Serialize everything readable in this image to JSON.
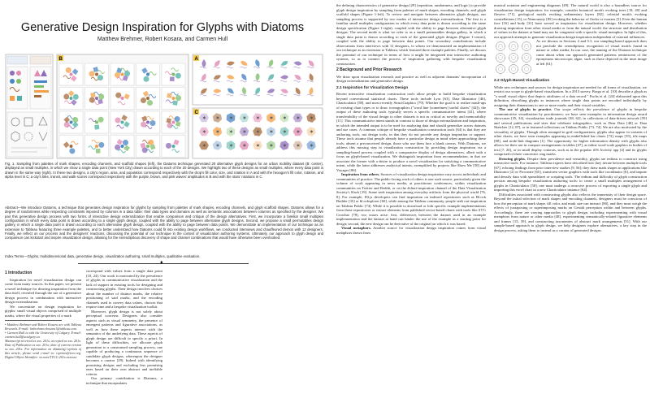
{
  "header": {
    "title": "Generative Design Inspiration for Glyphs with Diatoms",
    "authors": "Matthew Brehmer, Robert Kosara, and Carmen Hull"
  },
  "figure": {
    "caption": "Fig. 1. Sampling from palettes of mark shapes, encoding channels, and scaffold shapes (left), the Diatoms technique generated 20 alternative glyph designs for an urban mobility dataset (B: center), displayed as small multiples, in which we show a single data point (New York City) drawn according to each of the 20 designs. We highlight two of these designs as small multiples, where every data point is drawn in the same way (right). In these two designs, a city's region, area, and population correspond respectively with the drop's fill color, size, and rotation in A and with the hexagon's fill color, rotation, and alpha level in C; a city's bike, transit, and walk scores correspond respectively with the purple, brown, and pink waves' amplitudes in B and with the stars' rotations in C.",
    "label_a": "A",
    "label_b": "B",
    "label_c": "C",
    "colors": {
      "purple": "#8e6bb8",
      "pink": "#e08ab4",
      "brown": "#a56b3b",
      "orange": "#f2a14b",
      "blue": "#4b86c4",
      "green": "#7fbf6a",
      "teal": "#4fb0a5"
    }
  },
  "abstract": "Abstract—We introduce Diatoms, a technique that generates design inspiration for glyphs by sampling from palettes of mark shapes, encoding channels, and glyph scaffold shapes. Diatoms allows for a degree of randomness while respecting constraints imposed by columns in a data table: their data types and domains as well as semantic associations between columns as specified by the designer. We pair this generative design process with two forms of interactive design externalization that enable comparison and critique of the design alternatives. First, we incorporate a familiar small multiples configuration in which every data point is drawn according to a single glyph design, coupled with the ability to page between alternative glyph designs. Second, we propose a small permutables design gallery, in which a single data point is drawn according to each alternative glyph design, coupled with the ability to page between data points. We demonstrate an implementation of our technique as an extension to Tableau featuring three example palettes, and to better understand how Diatoms could fit into existing design workflows, we conducted interviews and chauffeured demos with 12 designers. Finally, we reflect on our process and the designers' reactions, discussing the potential of our technique in the context of visualization authoring systems. Ultimately, our approach to glyph design and comparison can kickstart and inspire visualization design, allowing for the serendipitous discovery of shape and channel combinations that would have otherwise been overlooked.",
  "keywords": "Index Terms—Glyphs, multidimensional data, generative design, visualization authoring, small multiples, qualitative evaluation.",
  "separator_mark": "♦",
  "col1": {
    "sec1": "1 Introduction",
    "p1": "Inspiration for novel visualization design can come from many sources. In this paper, we present a novel technique for drawing inspiration from the data itself, revealed through the use of a generative design process in combination with interactive design externalization.",
    "p2": "We concentrate on design inspiration for glyphs: small visual objects comprised of multiple marks, where the visual properties of a mark",
    "foot1": "• Matthew Brehmer and Robert Kosara are with Tableau Research. E-mail: {mbrehmer,rkosara}@tableau.com.",
    "foot2": "• Carmen Hull is with the University of Calgary. E-mail: carmen.hull@ucalgary.ca.",
    "foot3": "Manuscript received xx xxx. 201x; accepted xx xxx. 201x. Date of Publication xx xxx. 201x; date of current version xx xxx. 201x. For information on obtaining reprints of this article, please send e-mail to: reprints@ieee.org. Digital Object Identifier: xx.xxxx/TVCG.201x.xxxxxxx"
  },
  "col2": {
    "p1": "correspond with values from a single data point [10, 24]. Our work is motivated by the prevalence of glyphs in communicative visualization and the lack of support in existing tools for designing and constructing glyphs. Their design involves choices about the number of distinct marks, the relative positioning of said marks, and the encoding channels used to convey data values, choices that require time and a bespoke visualization toolkit.",
    "p2": "Moreover, glyph design is not solely about perceptual concerns. Designers also consider aspects such as visual symmetry, the presence of emergent patterns and figurative associations, as well as how these aspects interact with the semantics of the underlying data. These aspects of glyph design are difficult to specify a priori. In light of these difficulties, we allocate glyph generation to a constrained sampling process, one capable of producing a continuous sequence of candidate glyph designs, whereupon the designer becomes a curator [29]. Indeed with identifying promising designs and excluding less promising ones based on their own abstract and ineffable criteria.",
    "p3": "Our primary contribution is Diatoms, a technique that encapsulates"
  },
  "col3": {
    "p1": "the defining characteristics of generative design [29] (repetition, randomness, and logic) to provide glyph design inspiration by sampling from palettes of mark shapes, encoding channels, and glyph scaffold shapes (Figure 1-left). To review and navigate between alternative glyph designs, our sampling process is supported by two modes of interactive design externalization. The first is a familiar small multiples configuration in which every data point is drawn according to the same design specification (Figure 1-right), coupled with the ability to page between alternative glyph designs. The second mode is what we refer to as a small permutables design gallery, in which a single data point is drawn according to each of the generated glyph designs (Figure 1-center), coupled with the ability to page between data points. Our secondary contributions include observations from interviews with 12 designers, to whom we demonstrated an implementation of our technique as an extension to Tableau, which featured three example palettes. Finally, we discuss the potential of our technique in terms of how it might be integrated into interactive authoring systems, so as to connect the process of inspiration gathering with bespoke visualization construction.",
    "sec2": "2 Background and Prior Research",
    "p2": "We draw upon visualization research and practice as well as adjacent domains' incorporation of design externalization and generative design.",
    "sub21": "2.1 Inspiration for Visualization Design",
    "p3": "Recent interactive visualization construction tools allow people to build bespoke visualization beyond conventional statistical charts. These tools include Lyra [63], Data Illustrator [46], Charticulator [58], and most recently StructGraphics [79]. Whether the goal is to realize mash-ups of existing chart types or to draw iconographics (\"word line [sometimes] useful charts\" [44]), the output of these authoring tools typically serves a specific communicative intent [41], where transferability of the visual design to other datasets is not as critical as novelty and memorability [11]. This communicative intent stands in contrast to those of design externalization and inspiration, in which the intended output is to be used for analyzing data and should generalize across datasets and use cases. A common critique of bespoke visualization construction tools [64] is that they are authoring tools, not design tools, in that they do not provide any design inspiration or support. These tools assume that people already have a particular design in mind when approaching these tools; absent a preconceived design, those who use them face a blank canvas. With Diatoms, we address this missing step in visualization construction by providing design inspiration via a sampling-based process coupled with a comparative display of design alternatives, albeit with a focus on glyph-based visualization. We distinguish inspiration from recommendation, in that we associate the former with a desire to produce a novel visualization for satisfying a communicative intent, while the latter addresses analytical intents, exemplified by projects like Show Me [50] and Voyager [86].",
    "p4h": "Inspiration from others.",
    "p4": " Sources of visualization design inspiration vary across individuals and communities of practice. The public-facing work of others is one such source, particularly given the volume of work appearing in news media, at practitioner conferences, within visualization communities on Twitter and Reddit, or on the #chart-inspiration channel of the Data Visualization Society's Slack [19]. Some seek inspiration among everyday artifacts from the physical world [76, 8]. For example, D3.js developers can find inspiration on indexed repositories such as Bl.ock Builder [35] or bl.ocksplorer [60], while among the Tableau community, people seek out inspiration on Tableau Public [74]. While it is possible to download or fork specific example implementations from these repositories or extract elements from published vector-based charts with tools like SVG Crowbar [78], two issues arise: first, differences between the dataset used in an example implementation and the dataset at hand can hinder the use of the example as a starting point for design; second, the new design can be derivative of the original on which it was based.",
    "p5h": "Visual metaphors.",
    "p5": " Another source for visualization design inspiration comes from visual metaphors drawn from"
  },
  "col4": {
    "p1": "musical notation and engineering diagrams [49]. The natural world is also a boundless source for visualization design inspiration: for example, consider botanical motifs evoking trees [18, 40] and flowers [71], geological motifs evoking sedimentary layers [82], celestial motifs evoking constellations [15], or Nemoursity [85] evoking the behavior of flocks or swarms [5]. Even the human face [16] and body [31] have served as inspiration for visualization design. However, whether drawing inspiration from other visual media or from the natural world, the structure and distribution of values in the dataset at hand may not be congruent with a specific visual metaphor. In light of this, our approach attempts to generate visualization design inspiration independent of external influences.",
    "p2": "As we discuss in Sections 4 and 5.5, our sampling-based approach does not preclude the serendipitous recognition of visual motifs found in nature or other media. In our case, the naming of the Diatoms technique came about when our approach generated patterns reminiscent of the eponymous microscopic algae, such as those depicted in the inset image at left [61].",
    "sub22": "2.2 Glyph-Based Visualization",
    "p3": "While new techniques and sources for design inspiration are needed for all forms of visualization, we restrict our scope to glyph-based visualization. In a 2013 survey, Borgo et al. [10] describe a glyph as \"a small visual object that depicts attributes of a data record.\" Fuchs et al. [24] elaborated upon this definition, describing glyphs as instances where single data points are encoded individually by assigning their dimensions to one or more marks and their visual variables.",
    "p4h": "The use of glyphs in practice.",
    "p4": " Our scope reflects the prevalence of glyphs in bespoke communicative visualization by practitioners; we have seen examples in information design award showcases [35, 34], visualization trade journals [38, 62], in collections of data-driven artwork [59] and several publications and sites that celebrate infographics, such as Dear Data [48] or Data Sketches [12, 87], or in featured collections on Tableau Public [73, 74]. We are also motivated by the versatility of glyphs. Though often arranged in grid configurations, glyphs also appear in variants of other charts; we have seen examples appearing in embellished bar charts [73], maps [35], tile maps [80], and node-link diagrams [1]. The opportunity for higher information density with glyphs also allows for their use in compact arrangements in tables [47], as inline word-scale graphics in bodies of text [7, 26], or in small display contexts, such as in the popular iOS Activity app [4] and its glyphs comprised of three concentric ring marks.",
    "p5h": "Drawing glyphs.",
    "p5": " Despite their prevalence and versatility, glyphs are tedious to construct using interactive tools. For instance, Tableau experts have described how they iterate between multiple tools [67], echoing findings from prior interview studies [9, 56]; they draw mark shapes in applications like Illustrator [2] or Procreate [65], transform vector graphics with tools like coordinator [6], and impute and densify data with spreadsheet or scripting tools. The tedium and difficulty of glyph construction persists among bespoke visualization authoring tools: to create a small multiples arrangement of glyphs in Charticulator [58], one must undergo a recursive process of exporting a single glyph and importing this excel chart in a new Charticulator instance [64].",
    "p6": "Difficulties associated with constructing glyphs also reflects the immensity of their design space. Beyond the initial selection of mark shapes and encoding channels, designers must be conscious of how the perception of mark shape, fill color, and mark size can interact [80], and they must weigh the effects of juxtaposing or superimposing marks on Gestalt perception within and between glyphs. Accordingly, there are varying approaches to glyph design, including experimenting with visual metaphors from nature or other media [48], experimenting semantically-related figurative elements and frames [15, 39], and constructing taxonomies of abstract mark arrangements [51]. With our sample-based approach to glyph design, we help designers explore alternatives, a key step in the design process, asking them to instead as a curator of generated designs."
  }
}
